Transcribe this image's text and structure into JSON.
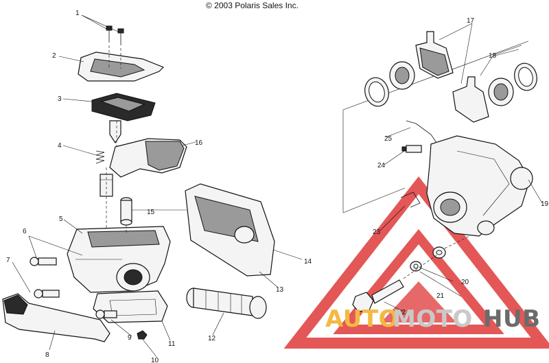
{
  "copyright": "© 2003 Polaris Sales Inc.",
  "watermark": {
    "parts": [
      "AUTO",
      "MOTO",
      "HUB"
    ],
    "colors": {
      "auto": "#f4b942",
      "moto": "#c9c9c9",
      "hub": "#6b6b6b",
      "triangle": "#e03a3a"
    }
  },
  "callouts": {
    "c1": "1",
    "c2": "2",
    "c3": "3",
    "c4": "4",
    "c5": "5",
    "c6": "6",
    "c7": "7",
    "c8": "8",
    "c9": "9",
    "c10": "10",
    "c11": "11",
    "c12": "12",
    "c13": "13",
    "c14": "14",
    "c15": "15",
    "c16": "16",
    "c17": "17",
    "c18": "18",
    "c19": "19",
    "c20": "20",
    "c21": "21",
    "c22": "22",
    "c23": "23",
    "c24": "24",
    "c25": "25"
  }
}
